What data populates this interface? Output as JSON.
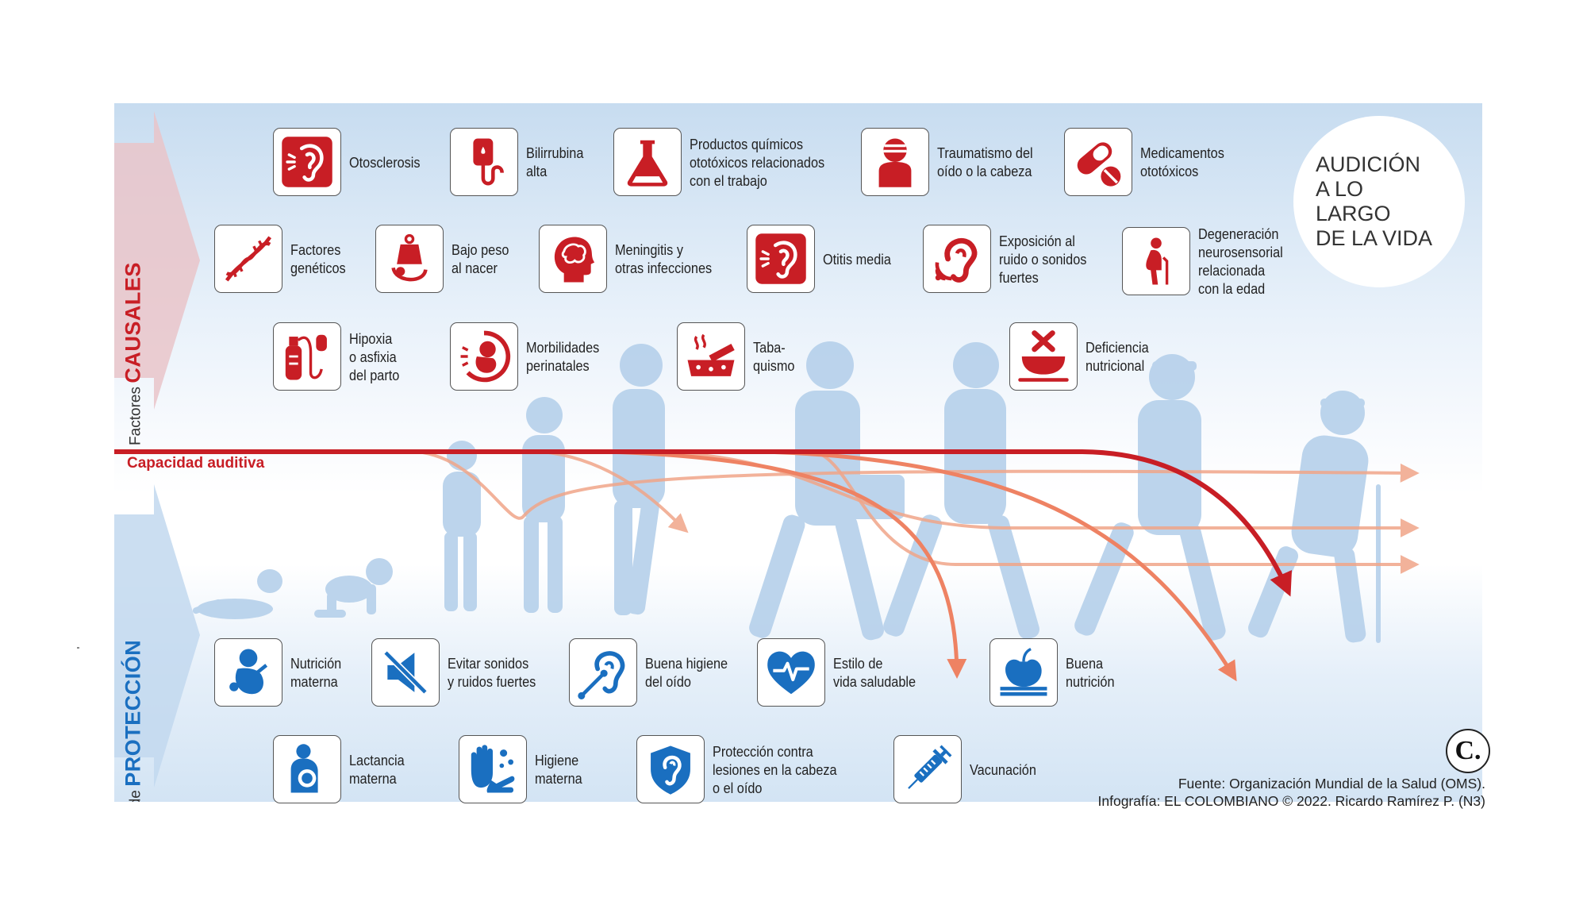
{
  "title": "AUDICIÓN\nA LO LARGO\nDE LA VIDA",
  "causal_side_label": {
    "prefix": "Factores",
    "emphasis": "CAUSALES"
  },
  "protection_side_label": {
    "prefix": "Factores de",
    "emphasis": "PROTECCIÓN"
  },
  "hearing_capacity_label": "Capacidad auditiva",
  "colors": {
    "causal_red": "#c81e25",
    "protection_blue": "#1a6fc0",
    "silhouette": "#b5d0ea"
  },
  "causal_factors": [
    {
      "label": "Otosclerosis",
      "icon": "ear-sound-icon"
    },
    {
      "label": "Bilirrubina\nalta",
      "icon": "iv-bag-icon"
    },
    {
      "label": "Productos químicos\nototóxicos relacionados\ncon el trabajo",
      "icon": "flask-icon"
    },
    {
      "label": "Traumatismo del\noído o la cabeza",
      "icon": "bandaged-head-icon"
    },
    {
      "label": "Medicamentos\nototóxicos",
      "icon": "pill-icon"
    },
    {
      "label": "Factores\ngenéticos",
      "icon": "dna-icon"
    },
    {
      "label": "Bajo peso\nal nacer",
      "icon": "baby-scale-icon"
    },
    {
      "label": "Meningitis y\notras infecciones",
      "icon": "brain-head-icon"
    },
    {
      "label": "Otitis media",
      "icon": "ear-sound-icon"
    },
    {
      "label": "Exposición al\nruido o sonidos\nfuertes",
      "icon": "ear-noise-icon"
    },
    {
      "label": "Degeneración\nneurosensorial\nrelacionada\ncon la edad",
      "icon": "elderly-icon"
    },
    {
      "label": "Hipoxia\no asfixia\ndel parto",
      "icon": "oxygen-tank-icon"
    },
    {
      "label": "Morbilidades\nperinatales",
      "icon": "fetus-icon"
    },
    {
      "label": "Taba-\nquismo",
      "icon": "cigarette-ashtray-icon"
    },
    {
      "label": "Deficiencia\nnutricional",
      "icon": "empty-bowl-icon"
    }
  ],
  "protection_factors": [
    {
      "label": "Nutrición\nmaterna",
      "icon": "fetus-icon"
    },
    {
      "label": "Evitar sonidos\ny ruidos fuertes",
      "icon": "mute-speaker-icon"
    },
    {
      "label": "Buena higiene\ndel oído",
      "icon": "ear-swab-icon"
    },
    {
      "label": "Estilo de\nvida saludable",
      "icon": "heart-pulse-icon"
    },
    {
      "label": "Buena\nnutrición",
      "icon": "fruits-icon"
    },
    {
      "label": "Lactancia\nmaterna",
      "icon": "breastfeeding-icon"
    },
    {
      "label": "Higiene\nmaterna",
      "icon": "handwashing-icon"
    },
    {
      "label": "Protección contra\nlesiones en la cabeza\no el oído",
      "icon": "shield-ear-icon"
    },
    {
      "label": "Vacunación",
      "icon": "syringe-icon"
    }
  ],
  "logo_text": "C.",
  "source": "Fuente: Organización Mundial de la Salud (OMS).",
  "credit": "Infografía: EL COLOMBIANO © 2022. Ricardo Ramírez P. (N3)"
}
